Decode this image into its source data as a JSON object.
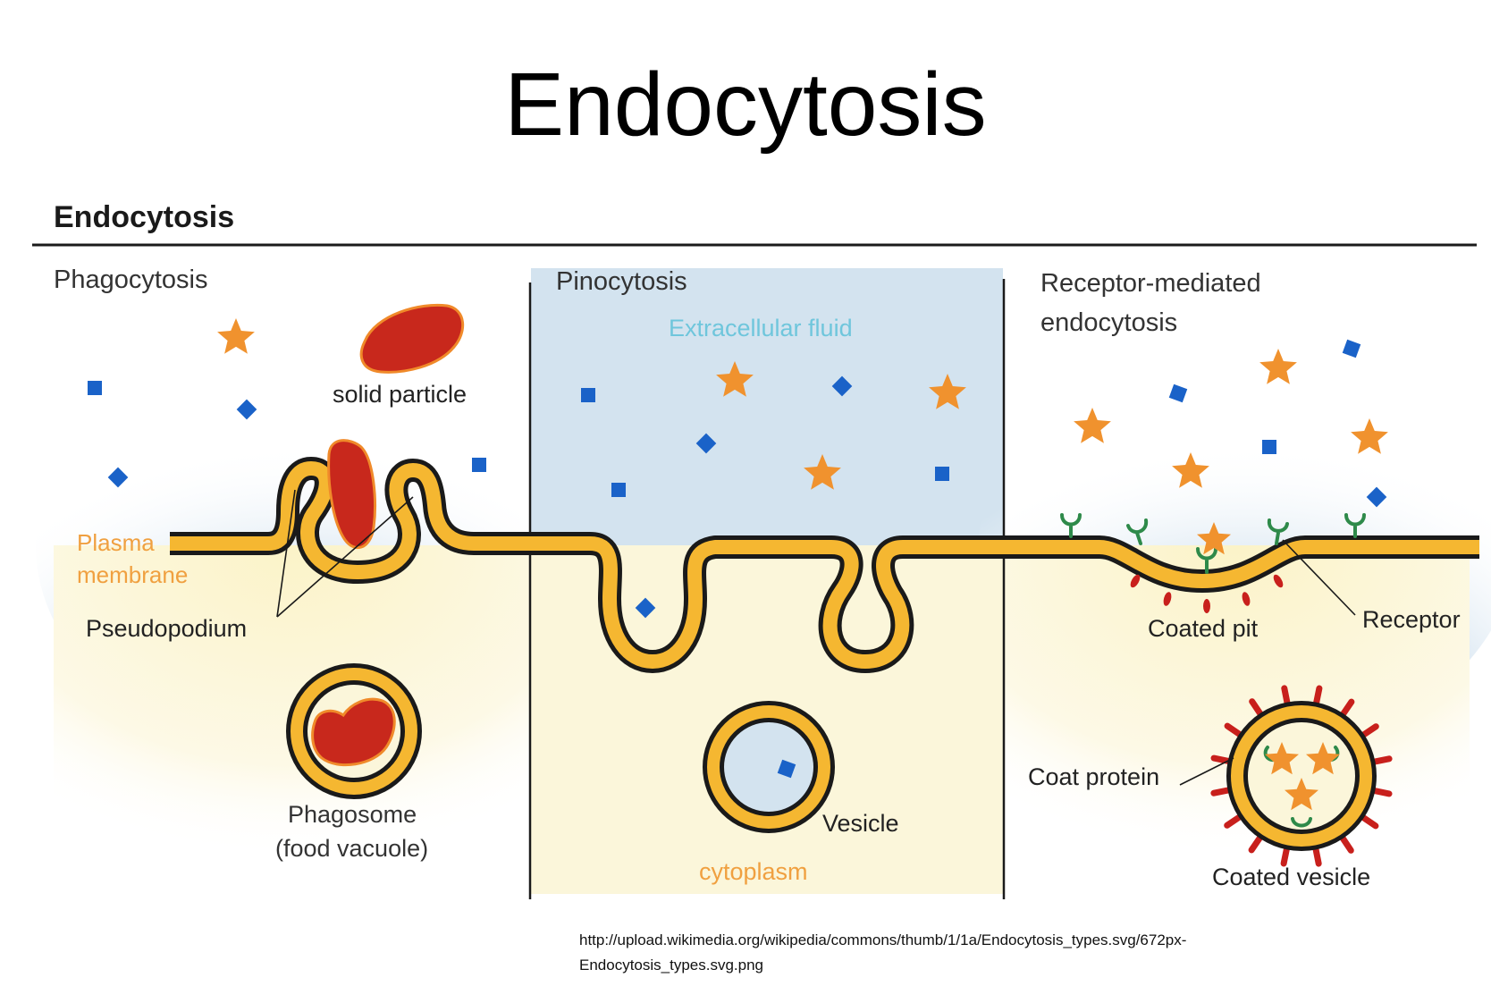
{
  "slide": {
    "title": "Endocytosis"
  },
  "figure": {
    "heading": "Endocytosis",
    "panels": {
      "phagocytosis": {
        "title": "Phagocytosis",
        "labels": {
          "solid_particle": "solid particle",
          "plasma_membrane_1": "Plasma",
          "plasma_membrane_2": "membrane",
          "pseudopodium": "Pseudopodium",
          "phagosome_1": "Phagosome",
          "phagosome_2": "(food vacuole)"
        }
      },
      "pinocytosis": {
        "title": "Pinocytosis",
        "labels": {
          "extracellular_fluid": "Extracellular fluid",
          "vesicle": "Vesicle",
          "cytoplasm": "cytoplasm"
        }
      },
      "receptor_mediated": {
        "title_line1": "Receptor-mediated",
        "title_line2": "endocytosis",
        "labels": {
          "coated_pit": "Coated pit",
          "receptor": "Receptor",
          "coat_protein": "Coat protein",
          "coated_vesicle": "Coated vesicle"
        }
      }
    },
    "colors": {
      "membrane_fill": "#f5b731",
      "membrane_outline": "#1a1a1a",
      "particle_red": "#c8281c",
      "particle_edge": "#f08a2a",
      "star_orange": "#f0922e",
      "molecule_blue": "#1a62c8",
      "receptor_green": "#2e8a4a",
      "coat_red": "#c8201c",
      "extracellular_blue": "#cfe0ee",
      "cytoplasm_yellow": "#fbf6da",
      "label_orange": "#f0a040",
      "label_cyan": "#6fc6dc",
      "text_dark": "#222222"
    }
  },
  "source": {
    "line1": "http://upload.wikimedia.org/wikipedia/commons/thumb/1/1a/Endocytosis_types.svg/672px-",
    "line2": "Endocytosis_types.svg.png"
  }
}
